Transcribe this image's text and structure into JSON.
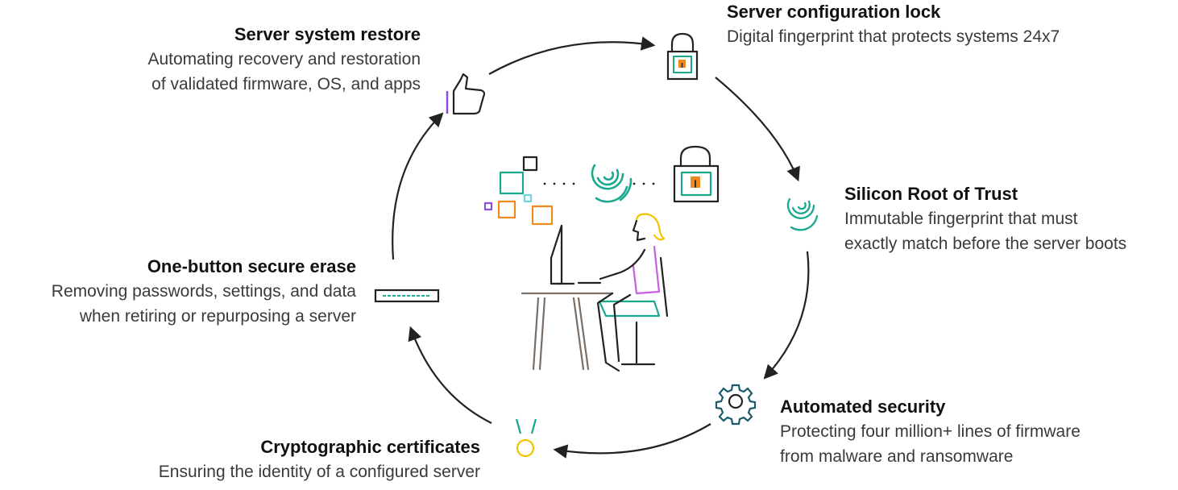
{
  "colors": {
    "arrow": "#222222",
    "accent_teal": "#1aa88f",
    "accent_orange": "#f08a1e",
    "accent_purple": "#8a4fd6",
    "accent_gold": "#f5c400",
    "accent_gray": "#7a6e65",
    "accent_pink": "#c85fe0"
  },
  "steps": [
    {
      "id": "server-system-restore",
      "title": "Server system restore",
      "lines": [
        "Automating recovery and restoration",
        "of validated firmware, OS, and apps"
      ],
      "icon": "thumbs-up-icon"
    },
    {
      "id": "server-configuration-lock",
      "title": "Server configuration lock",
      "lines": [
        "Digital fingerprint that protects systems 24x7"
      ],
      "icon": "padlock-icon"
    },
    {
      "id": "silicon-root-of-trust",
      "title": "Silicon Root of Trust",
      "lines": [
        "Immutable fingerprint that must",
        "exactly match before the server boots"
      ],
      "icon": "fingerprint-icon"
    },
    {
      "id": "automated-security",
      "title": "Automated security",
      "lines": [
        "Protecting four million+ lines of firmware",
        "from malware and ransomware"
      ],
      "icon": "gear-icon"
    },
    {
      "id": "cryptographic-certificates",
      "title": "Cryptographic certificates",
      "lines": [
        "Ensuring the identity of a configured server"
      ],
      "icon": "medal-icon"
    },
    {
      "id": "one-button-secure-erase",
      "title": "One-button secure erase",
      "lines": [
        "Removing passwords, settings, and data",
        "when retiring or repurposing a server"
      ],
      "icon": "server-drive-icon"
    }
  ],
  "center_illustration": {
    "icons": [
      "squares-icon",
      "fingerprint-icon",
      "padlock-icon",
      "person-at-desk-icon"
    ]
  }
}
